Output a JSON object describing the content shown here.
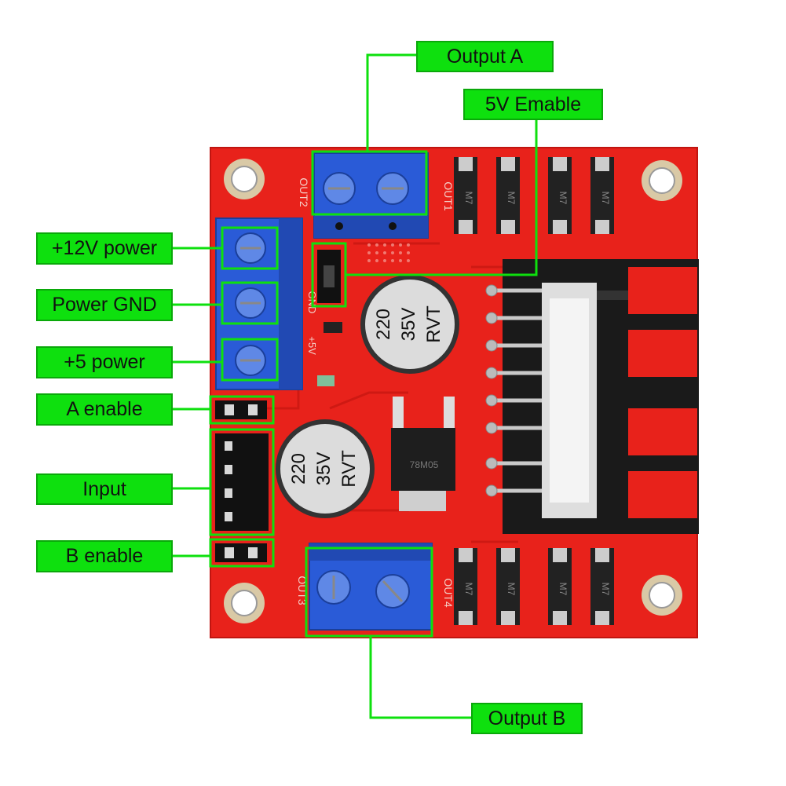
{
  "labels": {
    "output_a": "Output A",
    "enable_5v": "5V Emable",
    "power_12v": "+12V power",
    "power_gnd": "Power GND",
    "power_5v": "+5 power",
    "a_enable": "A enable",
    "input": "Input",
    "b_enable": "B enable",
    "output_b": "Output B"
  },
  "board_text": {
    "cap_top_line1": "220",
    "cap_top_line2": "35V",
    "cap_top_line3": "RVT",
    "cap_bottom_line1": "220",
    "cap_bottom_line2": "35V",
    "cap_bottom_line3": "RVT",
    "out1": "OUT1",
    "out2": "OUT2",
    "out3": "OUT3",
    "out4": "OUT4",
    "regulator": "78M05",
    "gnd": "GND",
    "plus5v": "+5V",
    "diode_code": "M7"
  },
  "colors": {
    "label_fill": "#0ee00e",
    "label_border": "#0aa80a",
    "board_red": "#e8221b",
    "terminal_blue": "#2a5bd7",
    "heatsink_black": "#1a1a1a"
  }
}
